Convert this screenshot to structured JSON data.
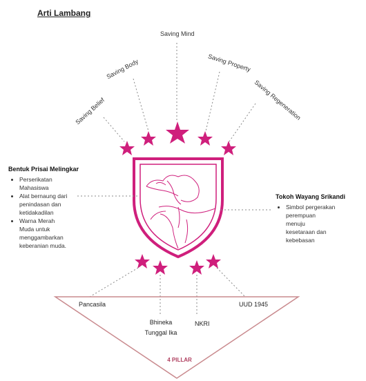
{
  "title": "Arti Lambang",
  "values": [
    "Saving Mind",
    "Saving Body",
    "Saving Property",
    "Saving Belief",
    "Saving Regeneration"
  ],
  "shield_block": {
    "heading": "Bentuk Prisai Melingkar",
    "items": [
      [
        "Perserikatan",
        "Mahasiswa"
      ],
      [
        "Alat bernaung dari",
        "penindasan dan",
        "ketidakadilan"
      ],
      [
        "Warna Merah",
        "Muda untuk",
        "menggambarkan",
        "keberanian muda."
      ]
    ]
  },
  "figure_block": {
    "heading": "Tokoh Wayang Srikandi",
    "items": [
      [
        "Simbol pergerakan",
        "perempuan",
        "menuju",
        "kesetaraan dan",
        "kebebasan"
      ]
    ]
  },
  "pillars": {
    "left": "Pancasila",
    "center": [
      "Bhineka",
      "Tunggal Ika"
    ],
    "right_center": "NKRI",
    "right": "UUD 1945",
    "title": "4 PILLAR"
  },
  "colors": {
    "accent": "#cf1f7c",
    "triangle": "#c98a8e",
    "dots": "#888888"
  }
}
